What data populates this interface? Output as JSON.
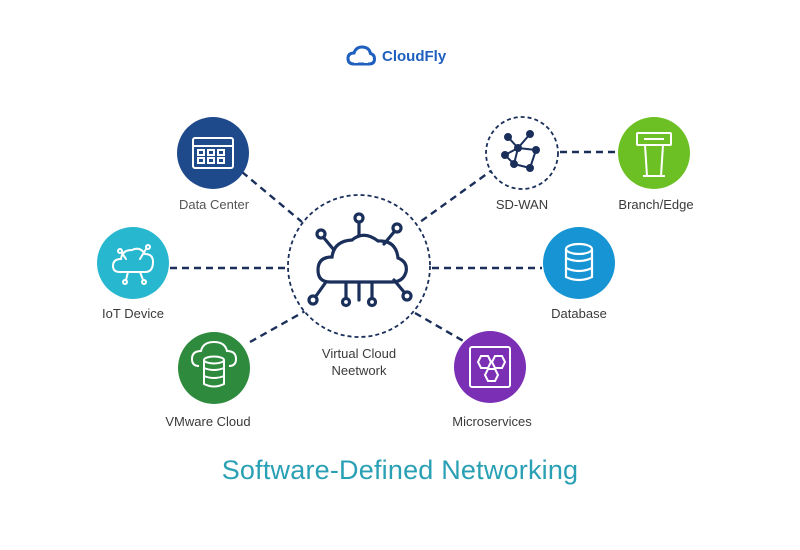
{
  "brand": {
    "name": "CloudFly",
    "icon": "cloud-logo-icon",
    "color": "#1f5fbf"
  },
  "center": {
    "line1": "Virtual Cloud",
    "line2": "Neetwork",
    "icon": "cloud-network-icon"
  },
  "nodes": [
    {
      "id": "data-center",
      "label": "Data Center",
      "color": "#1e4a8c",
      "icon": "server-rack-icon"
    },
    {
      "id": "iot-device",
      "label": "IoT Device",
      "color": "#27b7cf",
      "icon": "iot-cloud-icon"
    },
    {
      "id": "vmware-cloud",
      "label": "VMware Cloud",
      "color": "#2e8b3e",
      "icon": "cloud-database-icon"
    },
    {
      "id": "sd-wan",
      "label": "SD-WAN",
      "color": "#ffffff",
      "icon": "network-graph-icon"
    },
    {
      "id": "branch-edge",
      "label": "Branch/Edge",
      "color": "#6cc024",
      "icon": "edge-tower-icon"
    },
    {
      "id": "database",
      "label": "Database",
      "color": "#1694d4",
      "icon": "database-icon"
    },
    {
      "id": "microservices",
      "label": "Microservices",
      "color": "#7b2fb5",
      "icon": "hexagons-icon"
    }
  ],
  "title": "Software-Defined Networking",
  "colors": {
    "line": "#1a2f5a",
    "title": "#2aa0b5"
  }
}
